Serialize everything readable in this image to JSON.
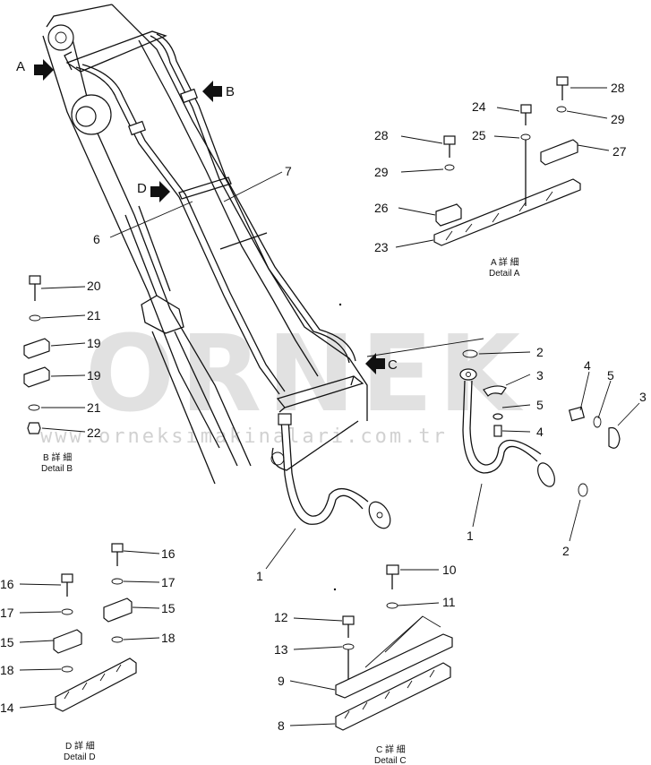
{
  "watermark": {
    "brand": "ORNEK",
    "url": "www.orneksimakinalari.com.tr"
  },
  "views": {
    "a": "A",
    "b": "B",
    "c": "C",
    "d": "D"
  },
  "details": {
    "a": {
      "ja": "A 詳 細",
      "en": "Detail A"
    },
    "b": {
      "ja": "B 詳 細",
      "en": "Detail B"
    },
    "c": {
      "ja": "C 詳 細",
      "en": "Detail C"
    },
    "d": {
      "ja": "D 詳 細",
      "en": "Detail D"
    }
  },
  "callouts": {
    "n1": "1",
    "n2": "2",
    "n3": "3",
    "n4": "4",
    "n5": "5",
    "n6": "6",
    "n7": "7",
    "n8": "8",
    "n9": "9",
    "n10": "10",
    "n11": "11",
    "n12": "12",
    "n13": "13",
    "n14": "14",
    "n15": "15",
    "n16": "16",
    "n17": "17",
    "n18": "18",
    "n19": "19",
    "n20": "20",
    "n21": "21",
    "n22": "22",
    "n23": "23",
    "n24": "24",
    "n25": "25",
    "n26": "26",
    "n27": "27",
    "n28": "28",
    "n29": "29"
  }
}
